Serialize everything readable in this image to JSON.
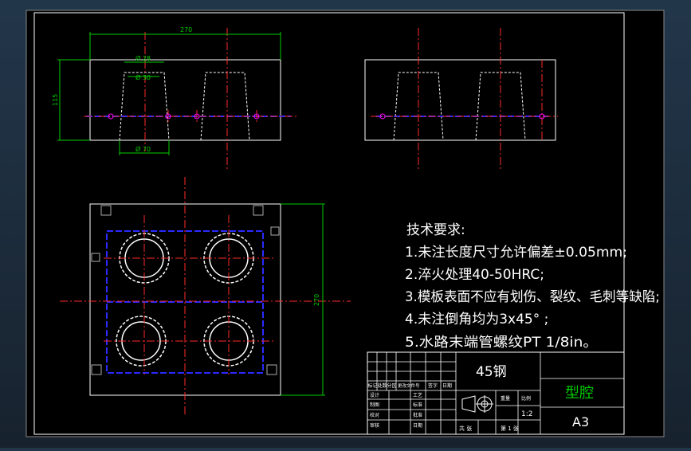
{
  "drawing": {
    "dims": {
      "top_width": "270",
      "height": "115",
      "dia_28": "Ø 28",
      "dia_30": "Ø 30",
      "dia_70": "Ø 70",
      "plan_height": "270"
    },
    "tech": {
      "heading": "技术要求:",
      "items": [
        "1.未注长度尺寸允许偏差±0.05mm;",
        "2.淬火处理40-50HRC;",
        "3.模板表面不应有划伤、裂纹、毛刺等缺陷;",
        "4.未注倒角均为3x45° ;",
        "5.水路末端管螺纹PT 1/8in。"
      ]
    },
    "title_block": {
      "material": "45钢",
      "part_name": "型腔",
      "sheet_size": "A3",
      "scale": "1:2",
      "sheet_count": "共    张",
      "sheet_num": "第 1 张",
      "headers": {
        "mark": "标记",
        "count": "处数",
        "zone": "分区",
        "doc": "更改文件号",
        "sign": "签字",
        "date": "日期"
      },
      "roles": {
        "design": "设计",
        "draw": "制图",
        "check": "校对",
        "review": "审核",
        "process": "工艺",
        "standard": "标准",
        "approve": "批准",
        "date": "日期"
      },
      "weight_label": "重量",
      "scale_label": "比例"
    },
    "colors": {
      "background": "#000000",
      "outline": "#ffffff",
      "centerline": "#ff2a2a",
      "hidden": "#2a2aff",
      "dimension": "#00cc00",
      "part_name": "#00cc00"
    }
  }
}
